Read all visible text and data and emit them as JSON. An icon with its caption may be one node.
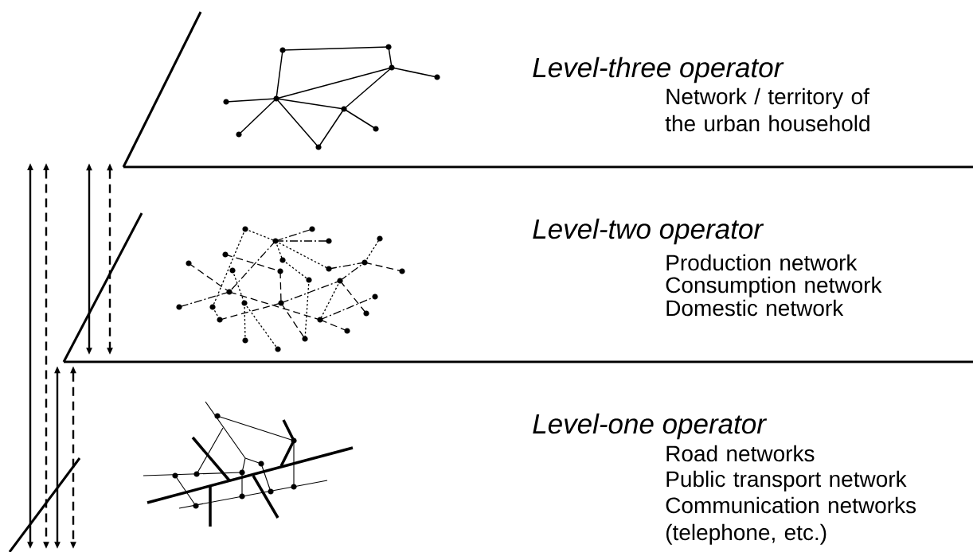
{
  "diagram": {
    "nodes": [
      {
        "text": [
          "Level-three operator",
          "Network / territory of the urban household"
        ]
      },
      {
        "text": [
          "Level-two operator",
          "Production network",
          "Consumption network",
          "Domestic network"
        ]
      },
      {
        "text": [
          "Level-one operator",
          "Road networks",
          "Public transport network",
          "Communication networks (telephone, etc.)"
        ]
      }
    ],
    "edges": [
      {
        "from": null,
        "to": 2,
        "arrow": "both"
      },
      {
        "from": null,
        "to": 2,
        "arrow": "both",
        "style": "dashed"
      },
      {
        "from": 0,
        "to": 1,
        "arrow": "both"
      },
      {
        "from": 0,
        "to": 1,
        "arrow": "both",
        "style": "dashed"
      },
      {
        "from": 1,
        "to": 2,
        "arrow": "both"
      },
      {
        "from": 1,
        "to": 2,
        "arrow": "both",
        "style": "dashed"
      }
    ]
  }
}
